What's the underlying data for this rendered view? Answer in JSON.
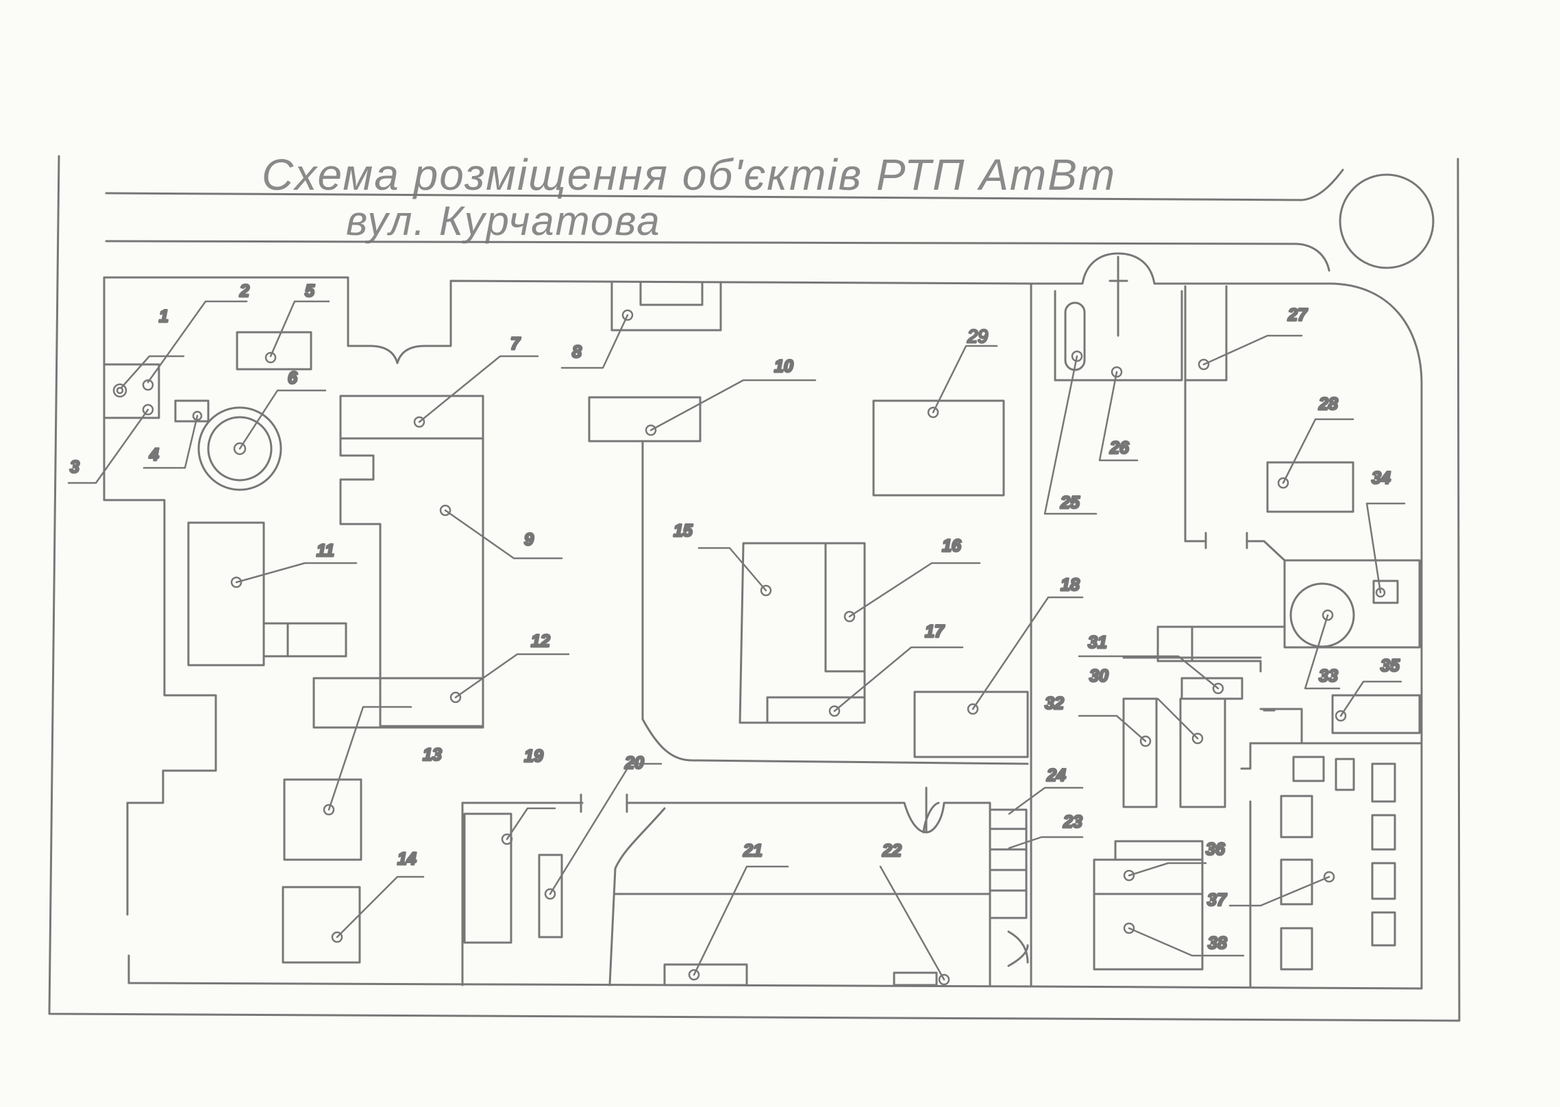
{
  "title": {
    "line1": "Схема розміщення об'єктів РТП АтВт",
    "line2": "вул. Курчатова"
  },
  "colors": {
    "line": "#777777",
    "label": "#6e6e6e",
    "label_handwritten": "#3e4a9a",
    "paper": "#fbfbf8"
  },
  "object_labels": [
    {
      "id": "1",
      "text": "1"
    },
    {
      "id": "2",
      "text": "2"
    },
    {
      "id": "3",
      "text": "3"
    },
    {
      "id": "4",
      "text": "4"
    },
    {
      "id": "5",
      "text": "5"
    },
    {
      "id": "6",
      "text": "6"
    },
    {
      "id": "7",
      "text": "7"
    },
    {
      "id": "8",
      "text": "8"
    },
    {
      "id": "9",
      "text": "9"
    },
    {
      "id": "10",
      "text": "10"
    },
    {
      "id": "11",
      "text": "11"
    },
    {
      "id": "12",
      "text": "12"
    },
    {
      "id": "13",
      "text": "13"
    },
    {
      "id": "14",
      "text": "14"
    },
    {
      "id": "15",
      "text": "15"
    },
    {
      "id": "16",
      "text": "16"
    },
    {
      "id": "17",
      "text": "17"
    },
    {
      "id": "18",
      "text": "18"
    },
    {
      "id": "19",
      "text": "19"
    },
    {
      "id": "20",
      "text": "20"
    },
    {
      "id": "21",
      "text": "21"
    },
    {
      "id": "22",
      "text": "22"
    },
    {
      "id": "23",
      "text": "23"
    },
    {
      "id": "24",
      "text": "24"
    },
    {
      "id": "25",
      "text": "25"
    },
    {
      "id": "26",
      "text": "26"
    },
    {
      "id": "27",
      "text": "27"
    },
    {
      "id": "28",
      "text": "28"
    },
    {
      "id": "29",
      "text": "29"
    },
    {
      "id": "30",
      "text": "30"
    },
    {
      "id": "31",
      "text": "31"
    },
    {
      "id": "32",
      "text": "32"
    },
    {
      "id": "33",
      "text": "33"
    },
    {
      "id": "34",
      "text": "34"
    },
    {
      "id": "35",
      "text": "35"
    },
    {
      "id": "36",
      "text": "36"
    },
    {
      "id": "37",
      "text": "37"
    },
    {
      "id": "38",
      "text": "38"
    }
  ]
}
